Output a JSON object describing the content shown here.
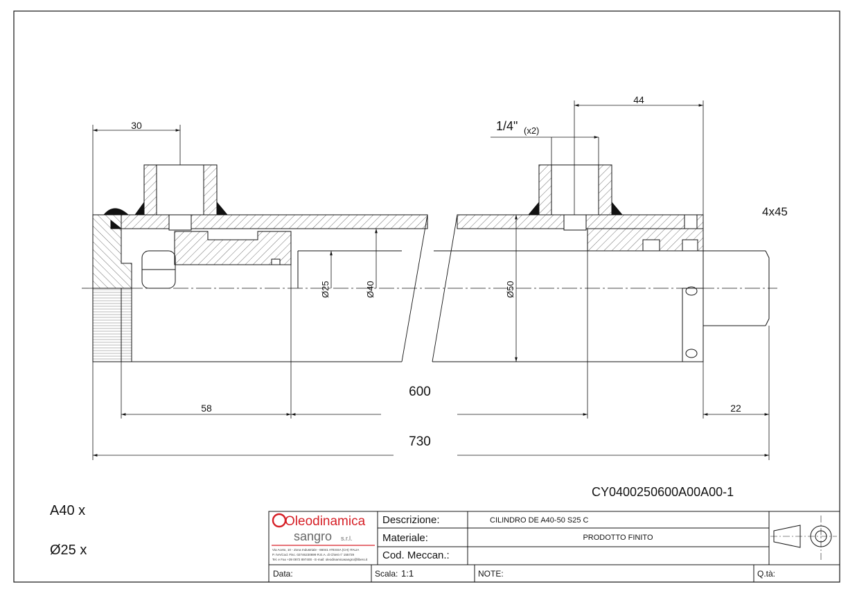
{
  "drawing": {
    "dimensions": {
      "d30": "30",
      "d44": "44",
      "thread": "1/4\"",
      "thread_qty": "(x2)",
      "chamfer": "4x45",
      "dia25": "Ø25",
      "dia40": "Ø40",
      "dia50": "Ø50",
      "d58": "58",
      "d600": "600",
      "d22": "22",
      "d730": "730"
    },
    "part_code": "CY0400250600A00A00-1",
    "spec_bore": "A40 x",
    "spec_rod": "Ø25 x"
  },
  "title_block": {
    "logo_word1": "Oleodinamica",
    "logo_word2": "sangro",
    "logo_suffix": "s.r.l.",
    "logo_line1": "Via Aceto, 10 - Zona Industriale - 66041 ATESSA (CH) ITALIA",
    "logo_line2": "P. IVA/Cod. Fisc. 02746230699 R.E.A. di Chieti n° 155729",
    "logo_line3": "Tel. e Fax +39 0872 897400 - E-mail: oleodinamicasangro@libero.it",
    "descrizione_label": "Descrizione:",
    "descrizione_value": "CILINDRO DE A40-50 S25 C",
    "materiale_label": "Materiale:",
    "materiale_value": "PRODOTTO FINITO",
    "cod_label": "Cod. Meccan.:",
    "data_label": "Data:",
    "scala_label": "Scala:",
    "scala_value": "1:1",
    "note_label": "NOTE:",
    "qta_label": "Q.tà:"
  }
}
